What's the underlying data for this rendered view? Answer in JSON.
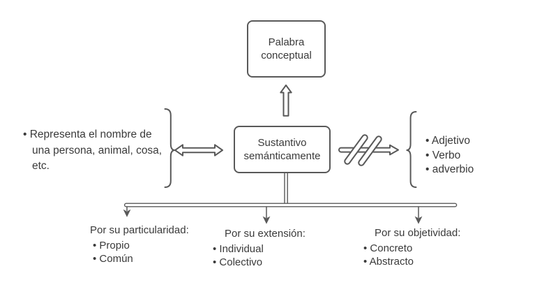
{
  "colors": {
    "background": "#ffffff",
    "line": "#595959",
    "text": "#3a3a3a"
  },
  "nodes": {
    "palabra": {
      "label": "Palabra conceptual"
    },
    "sustantivo": {
      "label": "Sustantivo semánticamente"
    }
  },
  "left_note": {
    "text": "Representa el nombre de una persona, animal, cosa, etc."
  },
  "right_note": {
    "items": [
      "Adjetivo",
      "Verbo",
      "adverbio"
    ]
  },
  "bottom_groups": [
    {
      "heading": "Por su particularidad:",
      "items": [
        "Propio",
        "Común"
      ]
    },
    {
      "heading": "Por su extensión:",
      "items": [
        "Individual",
        "Colectivo"
      ]
    },
    {
      "heading": "Por su objetividad:",
      "items": [
        "Concreto",
        "Abstracto"
      ]
    }
  ],
  "icons": {
    "up_arrow": "hollow-up-arrow",
    "double_arrow": "hollow-left-right-arrow",
    "negation_arrow": "right-arrow-with-double-slash",
    "left_brace": "curly-brace-facing-right",
    "right_brace": "curly-brace-facing-left",
    "branch": "downward-branch-arrows"
  }
}
